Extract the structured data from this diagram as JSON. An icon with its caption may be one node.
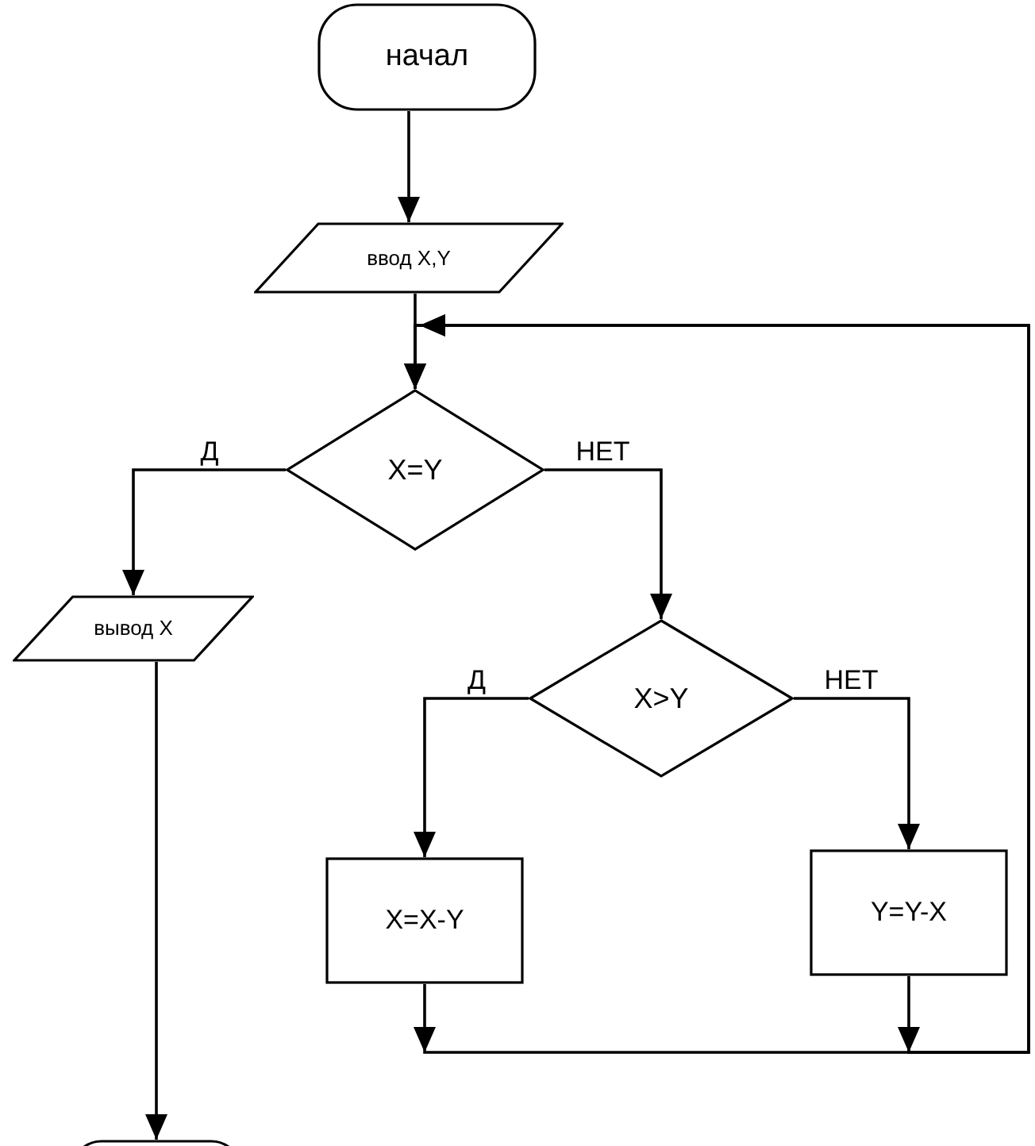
{
  "diagram": {
    "nodes": [
      {
        "text": [
          "начал"
        ]
      },
      {
        "text": [
          "ввод X,Y"
        ]
      },
      {
        "text": [
          "X=Y"
        ]
      },
      {
        "text": [
          "вывод X"
        ]
      },
      {
        "text": [
          "X>Y"
        ]
      },
      {
        "text": [
          "X=X-Y"
        ]
      },
      {
        "text": [
          "Y=Y-X"
        ]
      },
      {
        "text": [],
        "shape": "box"
      }
    ],
    "edges": [
      {
        "from": 0,
        "to": 1,
        "arrow": "to"
      },
      {
        "from": 1,
        "to": 2,
        "arrow": "to"
      },
      {
        "from": 2,
        "to": 3,
        "label": "Д",
        "arrow": "to"
      },
      {
        "from": 2,
        "to": 4,
        "label": "НЕТ",
        "arrow": "to"
      },
      {
        "from": 3,
        "to": 7,
        "arrow": "to"
      },
      {
        "from": 4,
        "to": 5,
        "label": "Д",
        "arrow": "to"
      },
      {
        "from": 4,
        "to": 6,
        "label": "НЕТ",
        "arrow": "to"
      },
      {
        "from": 5,
        "to": 2,
        "arrow": "to"
      },
      {
        "from": 6,
        "to": 2,
        "arrow": "to"
      }
    ]
  }
}
